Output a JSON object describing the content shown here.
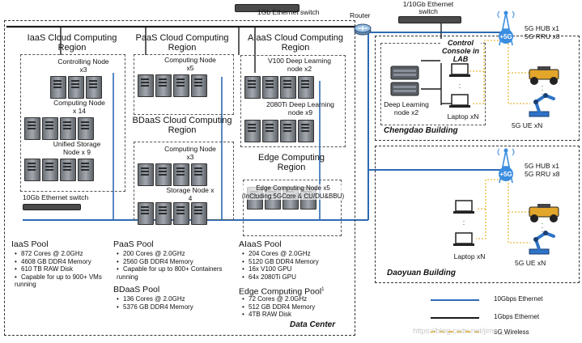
{
  "network": {
    "top_switch_label": "1Gb Ethernet switch",
    "router_label": "Router",
    "top_right_switch_label": "1/10Gb Ethernet switch",
    "bottom_switch_label": "10Gb Ethernet switch"
  },
  "regions": {
    "iaas": {
      "title": "IaaS Cloud Computing Region",
      "controlling": "Controlling Node x3",
      "computing": "Computing Node x 14",
      "storage": "Unified Storage Node x 9"
    },
    "paas": {
      "title": "PaaS Cloud Computing Region",
      "computing": "Computing Node x5"
    },
    "bdaas": {
      "title": "BDaaS Cloud Computing Region",
      "computing": "Computing Node x3",
      "storage": "Storage Node x 4"
    },
    "aiaas": {
      "title": "AIaaS Cloud Computing Region",
      "v100": "V100 Deep Learning node x2",
      "gpu2080": "2080Ti Deep Learning node x9"
    },
    "edge": {
      "title": "Edge Computing Region",
      "node": "Edge Computing Node x5 (InCluding 5GCore & CU/DU&BBU)"
    }
  },
  "pools": {
    "iaas": {
      "title": "IaaS Pool",
      "items": [
        "872 Cores @ 2.0GHz",
        "4608 GB DDR4 Memory",
        "610 TB RAW Disk",
        "Capable for up to 900+ VMs running"
      ]
    },
    "paas": {
      "title": "PaaS Pool",
      "items": [
        "200 Cores @ 2.0GHz",
        "2560 GB DDR4 Memory",
        "Capable for up to 800+ Containers running"
      ]
    },
    "bdaas": {
      "title": "BDaaS Pool",
      "items": [
        "136 Cores @ 2.0GHz",
        "5376 GB DDR4 Memory"
      ]
    },
    "aiaas": {
      "title": "AIaaS Pool",
      "items": [
        "204 Cores @ 2.0GHz",
        "5120 GB DDR4 Memory",
        "16x V100 GPU",
        "64x 2080Ti GPU"
      ]
    },
    "edge": {
      "title": "Edge Computing Pool",
      "title_sup": "1",
      "items": [
        "72 Cores @ 2.0GHz",
        "512 GB DDR4 Memory",
        "4TB RAW Disk"
      ]
    }
  },
  "data_center_label": "Data Center",
  "chengdao": {
    "building_label": "Chengdao Building",
    "console_label": "Control Console in LAB",
    "deep_learning_label": "Deep Learning node x2",
    "laptop_label": "Laptop xN",
    "hub_label": "5G HUB x1",
    "rru_label": "5G RRU x8",
    "ue_label": "5G UE xN"
  },
  "daoyuan": {
    "building_label": "Daoyuan Building",
    "laptop_label": "Laptop xN",
    "hub_label": "5G HUB x1",
    "rru_label": "5G RRU x8",
    "ue_label": "5G UE xN"
  },
  "legend": {
    "items": [
      {
        "label": "10Gbps Ethernet",
        "color": "#2e6bb5"
      },
      {
        "label": "1Gbps Ethernet",
        "color": "#1a1a1a"
      },
      {
        "label": "5G Wireless",
        "color": "#e8b83a"
      }
    ]
  },
  "watermark": "https://blog.csdn.net/jimo___",
  "colors": {
    "ten_gig": "#2e6bb5",
    "one_gig": "#1a1a1a",
    "wireless": "#e8b83a",
    "antenna": "#3b8de0"
  }
}
